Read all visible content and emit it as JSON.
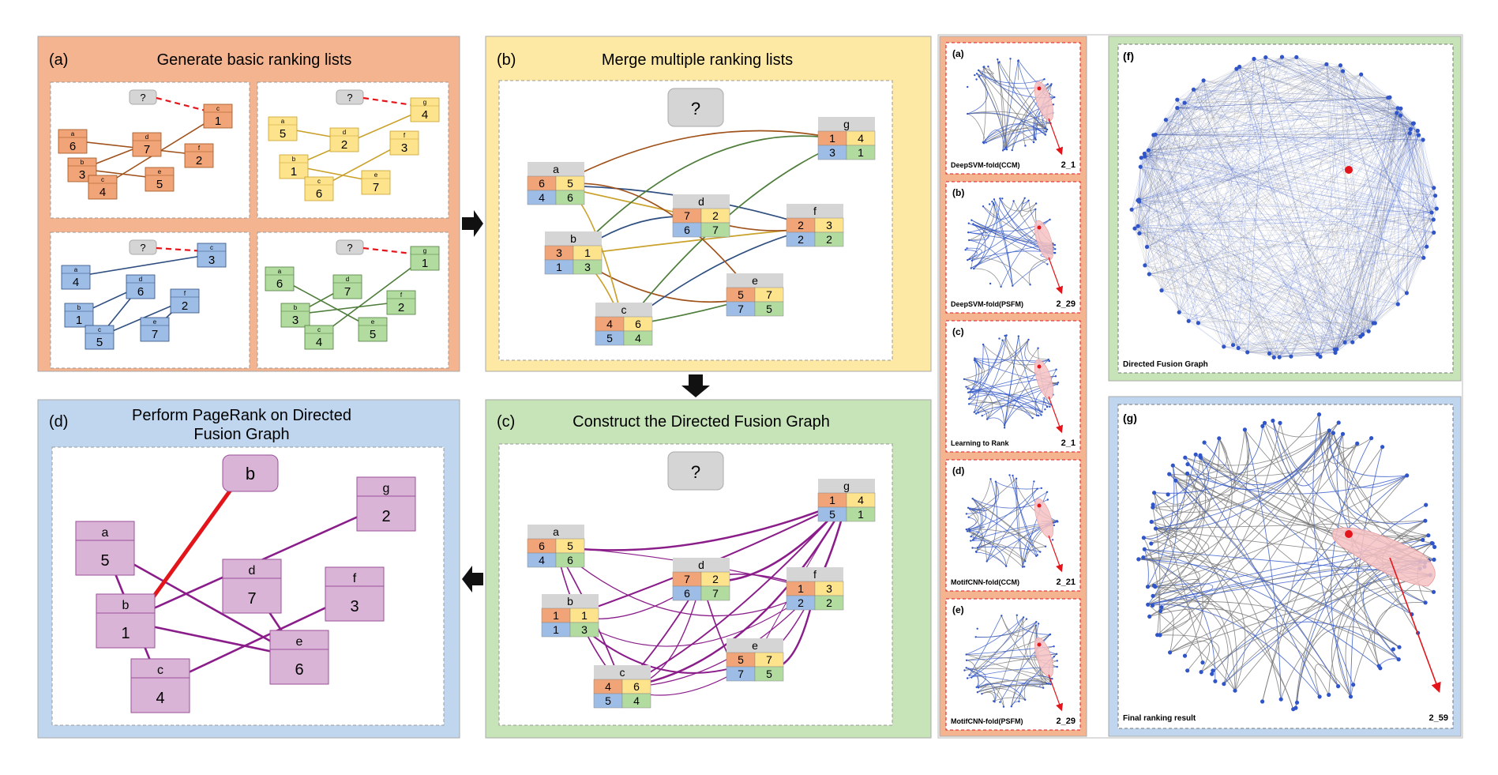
{
  "colors": {
    "orange_panel": "#f3b48f",
    "orange_node": "#f0a477",
    "orange_line": "#a0521b",
    "yellow_panel": "#fde9a3",
    "yellow_node": "#fde38c",
    "yellow_line": "#caa12a",
    "blue_panel": "#bfd6ee",
    "blue_node": "#9dbde6",
    "blue_line": "#2f4f80",
    "green_panel": "#c7e3b8",
    "green_node": "#b2dba0",
    "green_line": "#4f7d3a",
    "purple_node": "#d9b4d6",
    "purple_line": "#8a1d8a",
    "red": "#e3151a",
    "gray_node": "#d5d5d5",
    "graph_blue": "#2f55c8",
    "graph_gray": "#777777",
    "pink_highlight": "#f6c2c2"
  },
  "panel_a": {
    "label": "(a)",
    "title": "Generate basic ranking lists",
    "query": "?",
    "lists": [
      {
        "color": "orange",
        "nodes": [
          {
            "letter": "a",
            "rank": "6"
          },
          {
            "letter": "b",
            "rank": "3"
          },
          {
            "letter": "c",
            "rank": "4"
          },
          {
            "letter": "d",
            "rank": "7"
          },
          {
            "letter": "e",
            "rank": "5"
          },
          {
            "letter": "f",
            "rank": "2"
          },
          {
            "letter": "c",
            "rank": "1"
          }
        ]
      },
      {
        "color": "yellow",
        "nodes": [
          {
            "letter": "a",
            "rank": "5"
          },
          {
            "letter": "b",
            "rank": "1"
          },
          {
            "letter": "c",
            "rank": "6"
          },
          {
            "letter": "d",
            "rank": "2"
          },
          {
            "letter": "e",
            "rank": "7"
          },
          {
            "letter": "f",
            "rank": "3"
          },
          {
            "letter": "g",
            "rank": "4"
          }
        ]
      },
      {
        "color": "blue",
        "nodes": [
          {
            "letter": "a",
            "rank": "4"
          },
          {
            "letter": "b",
            "rank": "1"
          },
          {
            "letter": "c",
            "rank": "5"
          },
          {
            "letter": "d",
            "rank": "6"
          },
          {
            "letter": "e",
            "rank": "7"
          },
          {
            "letter": "f",
            "rank": "2"
          },
          {
            "letter": "c",
            "rank": "3"
          }
        ]
      },
      {
        "color": "green",
        "nodes": [
          {
            "letter": "a",
            "rank": "6"
          },
          {
            "letter": "b",
            "rank": "3"
          },
          {
            "letter": "c",
            "rank": "4"
          },
          {
            "letter": "d",
            "rank": "7"
          },
          {
            "letter": "e",
            "rank": "5"
          },
          {
            "letter": "f",
            "rank": "2"
          },
          {
            "letter": "g",
            "rank": "1"
          }
        ]
      }
    ]
  },
  "panel_b": {
    "label": "(b)",
    "title": "Merge multiple ranking lists",
    "query": "?",
    "nodes": [
      {
        "letter": "a",
        "ranks": [
          "6",
          "5",
          "4",
          "6"
        ]
      },
      {
        "letter": "b",
        "ranks": [
          "3",
          "1",
          "1",
          "3"
        ]
      },
      {
        "letter": "c",
        "ranks": [
          "4",
          "6",
          "5",
          "4"
        ]
      },
      {
        "letter": "d",
        "ranks": [
          "7",
          "2",
          "6",
          "7"
        ]
      },
      {
        "letter": "e",
        "ranks": [
          "5",
          "7",
          "7",
          "5"
        ]
      },
      {
        "letter": "f",
        "ranks": [
          "2",
          "3",
          "2",
          "2"
        ]
      },
      {
        "letter": "g",
        "ranks": [
          "1",
          "4",
          "3",
          "1"
        ]
      }
    ]
  },
  "panel_c": {
    "label": "(c)",
    "title": "Construct the Directed Fusion Graph",
    "query": "?",
    "nodes": [
      {
        "letter": "a",
        "ranks": [
          "6",
          "5",
          "4",
          "6"
        ]
      },
      {
        "letter": "b",
        "ranks": [
          "1",
          "1",
          "1",
          "3"
        ]
      },
      {
        "letter": "c",
        "ranks": [
          "4",
          "6",
          "5",
          "4"
        ]
      },
      {
        "letter": "d",
        "ranks": [
          "7",
          "2",
          "6",
          "7"
        ]
      },
      {
        "letter": "e",
        "ranks": [
          "5",
          "7",
          "7",
          "5"
        ]
      },
      {
        "letter": "f",
        "ranks": [
          "1",
          "3",
          "2",
          "2"
        ]
      },
      {
        "letter": "g",
        "ranks": [
          "1",
          "4",
          "5",
          "1"
        ]
      }
    ]
  },
  "panel_d": {
    "label": "(d)",
    "title_line1": "Perform PageRank on Directed",
    "title_line2": "Fusion Graph",
    "query": "b",
    "nodes": [
      {
        "letter": "a",
        "rank": "5"
      },
      {
        "letter": "b",
        "rank": "1"
      },
      {
        "letter": "c",
        "rank": "4"
      },
      {
        "letter": "d",
        "rank": "7"
      },
      {
        "letter": "e",
        "rank": "6"
      },
      {
        "letter": "f",
        "rank": "3"
      },
      {
        "letter": "g",
        "rank": "2"
      }
    ]
  },
  "small_graphs": [
    {
      "label": "(a)",
      "caption": "DeepSVM-fold(CCM)",
      "result": "2_1"
    },
    {
      "label": "(b)",
      "caption": "DeepSVM-fold(PSFM)",
      "result": "2_29"
    },
    {
      "label": "(c)",
      "caption": "Learning to Rank",
      "result": "2_1"
    },
    {
      "label": "(d)",
      "caption": "MotifCNN-fold(CCM)",
      "result": "2_21"
    },
    {
      "label": "(e)",
      "caption": "MotifCNN-fold(PSFM)",
      "result": "2_29"
    }
  ],
  "panel_f": {
    "label": "(f)",
    "caption": "Directed Fusion Graph"
  },
  "panel_g": {
    "label": "(g)",
    "caption": "Final ranking result",
    "result": "2_59"
  }
}
